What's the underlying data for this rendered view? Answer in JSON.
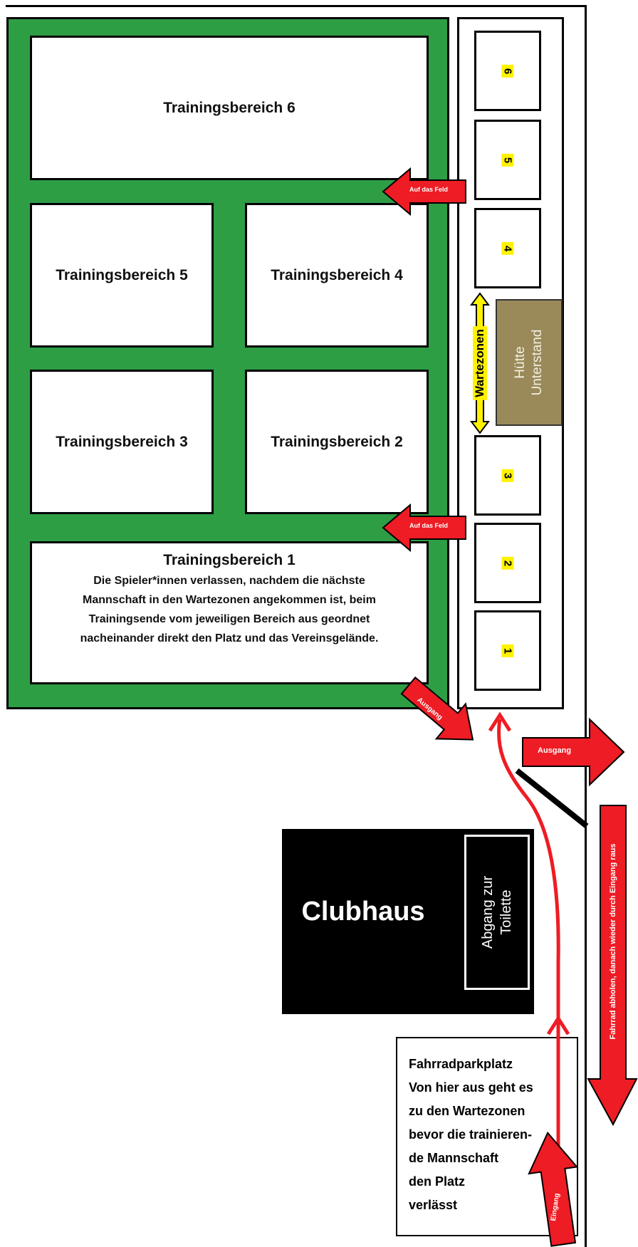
{
  "field": {
    "areas": [
      "Trainingsbereich 6",
      "Trainingsbereich 5",
      "Trainingsbereich 4",
      "Trainingsbereich 3",
      "Trainingsbereich 2",
      "Trainingsbereich 1"
    ],
    "area1_description": [
      "Die Spieler*innen verlassen, nachdem die nächste",
      "Mannschaft in den Wartezonen angekommen ist, beim",
      "Trainingsende vom jeweiligen Bereich aus geordnet",
      "nacheinander direkt den Platz und das Vereinsgelände."
    ]
  },
  "waiting_zones": {
    "numbers": [
      "6",
      "5",
      "4",
      "3",
      "2",
      "1"
    ],
    "label": "Wartezonen",
    "hut": [
      "Hütte",
      "Unterstand"
    ]
  },
  "arrows": {
    "to_field_top": "Auf das Feld",
    "to_field_bottom": "Auf das Feld",
    "exit_diagonal": "Ausgang",
    "exit_right": "Ausgang",
    "bike_pickup": "Fahrrad abholen, danach wieder durch Eingang raus",
    "entrance": "Eingang"
  },
  "clubhouse": {
    "title": "Clubhaus",
    "toilet": [
      "Abgang zur",
      "Toilette"
    ]
  },
  "bike_parking": [
    "Fahrradparkplatz",
    "Von hier aus geht es",
    "zu den Wartezonen",
    "bevor die trainieren-",
    "de Mannschaft",
    "den Platz",
    "verlässt"
  ],
  "colors": {
    "field": "#2e9e45",
    "arrow": "#ee1c24",
    "highlight": "#fff200",
    "hut": "#9a8a5a"
  }
}
